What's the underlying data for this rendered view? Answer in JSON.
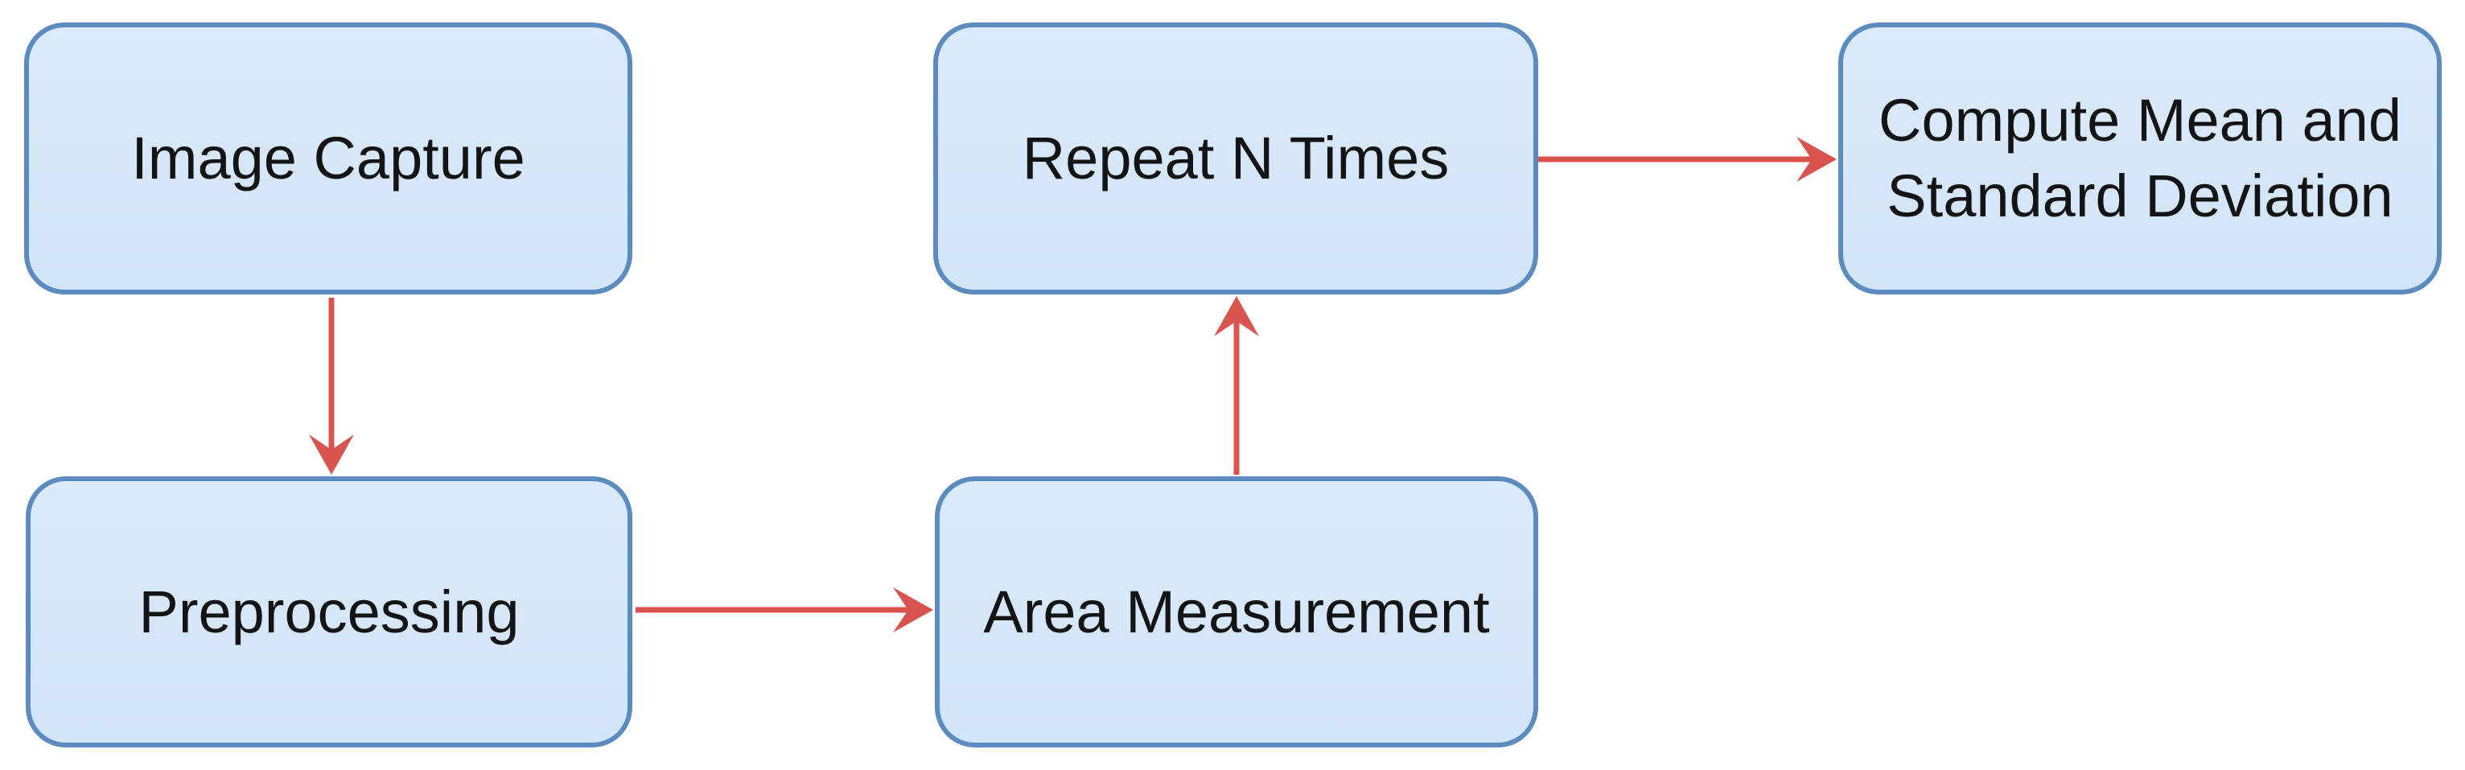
{
  "diagram": {
    "type": "flowchart",
    "nodes": [
      {
        "id": "image-capture",
        "label": "Image Capture"
      },
      {
        "id": "preprocessing",
        "label": "Preprocessing"
      },
      {
        "id": "area-measurement",
        "label": "Area Measurement"
      },
      {
        "id": "repeat-n-times",
        "label": "Repeat N Times"
      },
      {
        "id": "compute-mean-std",
        "label": "Compute Mean and Standard Deviation"
      }
    ],
    "edges": [
      {
        "from": "Image Capture",
        "to": "Preprocessing",
        "direction": "down"
      },
      {
        "from": "Preprocessing",
        "to": "Area Measurement",
        "direction": "right"
      },
      {
        "from": "Area Measurement",
        "to": "Repeat N Times",
        "direction": "up"
      },
      {
        "from": "Repeat N Times",
        "to": "Compute Mean and Standard Deviation",
        "direction": "right"
      }
    ]
  },
  "colors": {
    "box_fill_top": "#dbeafc",
    "box_fill_bottom": "#d2e4f8",
    "box_border": "#5b8bbf",
    "arrow": "#d9534f",
    "text": "#141414",
    "background": "#ffffff"
  }
}
